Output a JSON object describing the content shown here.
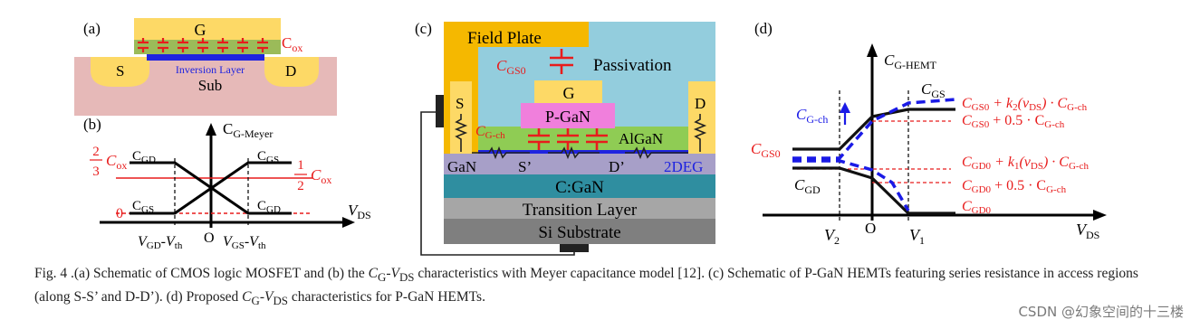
{
  "panel_a": {
    "label": "(a)",
    "gate": "G",
    "cox_main": "C",
    "cox_sub": "ox",
    "source": "S",
    "drain": "D",
    "inversion_layer": "Inversion Layer",
    "substrate": "Sub",
    "colors": {
      "gate": "#fdd966",
      "substrate": "#e6b9b8",
      "oxide": "#9bbb59",
      "channel": "#1f24e0",
      "cap": "#e81c1c"
    }
  },
  "panel_b": {
    "label": "(b)",
    "yaxis_main": "C",
    "yaxis_sub": "G-Meyer",
    "xaxis_main": "V",
    "xaxis_sub": "DS",
    "cgd_left_main": "C",
    "cgd_left_sub": "GD",
    "cgs_right_main": "C",
    "cgs_right_sub": "GS",
    "cgs_left_main": "C",
    "cgs_left_sub": "GS",
    "cgd_right_main": "C",
    "cgd_right_sub": "GD",
    "frac_left_num": "2",
    "frac_left_den": "3",
    "frac_left_c": "C",
    "frac_left_sub": "ox",
    "frac_right_num": "1",
    "frac_right_den": "2",
    "frac_right_c": "C",
    "frac_right_sub": "ox",
    "zero": "0",
    "origin": "O",
    "vgd_main": "V",
    "vgd_sub": "GD",
    "vth1_main": "-V",
    "vth1_sub": "th",
    "vgs_main": "V",
    "vgs_sub": "GS",
    "vth2_main": "-V",
    "vth2_sub": "th"
  },
  "panel_c": {
    "label": "(c)",
    "field_plate": "Field Plate",
    "cgs0_main": "C",
    "cgs0_sub": "GS0",
    "passivation": "Passivation",
    "gate": "G",
    "pgan": "P-GaN",
    "cgch_main": "C",
    "cgch_sub": "G-ch",
    "algan": "AlGaN",
    "source": "S",
    "drain": "D",
    "gan": "GaN",
    "s_prime": "S’",
    "d_prime": "D’",
    "twodeg": "2DEG",
    "cgan": "C:GaN",
    "transition": "Transition Layer",
    "si_substrate": "Si Substrate",
    "colors": {
      "field_plate": "#f5b800",
      "passivation": "#93cddd",
      "gate": "#fdd966",
      "pgan": "#f07fdc",
      "algan": "#8fcc54",
      "gan": "#a79fc8",
      "cgan": "#2f8ea0",
      "transition": "#a6a6a6",
      "substrate": "#7f7f7f"
    }
  },
  "panel_d": {
    "label": "(d)",
    "yaxis_main": "C",
    "yaxis_sub": "G-HEMT",
    "xaxis_main": "V",
    "xaxis_sub": "DS",
    "cgch_main": "C",
    "cgch_sub": "G-ch",
    "cgs_main": "C",
    "cgs_sub": "GS",
    "cgs0_main": "C",
    "cgs0_sub": "GS0",
    "cgd_main": "C",
    "cgd_sub": "GD",
    "origin": "O",
    "v2_main": "V",
    "v2_sub": "2",
    "v1_main": "V",
    "v1_sub": "1",
    "eq1_a": "C",
    "eq1_a_sub": "GS0",
    "eq1_b": " + k",
    "eq1_b_sub": "2",
    "eq1_c": "(v",
    "eq1_c_sub": "DS",
    "eq1_d": ") · C",
    "eq1_d_sub": "G-ch",
    "eq2_a": "C",
    "eq2_a_sub": "GS0",
    "eq2_b": " + 0.5 · C",
    "eq2_b_sub": "G-ch",
    "eq3_a": "C",
    "eq3_a_sub": "GD0",
    "eq3_b": " + k",
    "eq3_b_sub": "1",
    "eq3_c": "(v",
    "eq3_c_sub": "DS",
    "eq3_d": ") · C",
    "eq3_d_sub": "G-ch",
    "eq4_a": "C",
    "eq4_a_sub": "GD0",
    "eq4_b": " + 0.5 · C",
    "eq4_b_sub": "G-ch",
    "eq5_a": "C",
    "eq5_a_sub": "GD0",
    "colors": {
      "dashed": "#1a1ae6",
      "red": "#e81c1c",
      "solid": "#111111"
    }
  },
  "caption": {
    "p1": "Fig. 4 .(a) Schematic of CMOS logic MOSFET and (b) the ",
    "cg_main": "C",
    "cg_sub": "G",
    "dash": "-",
    "vds_main": "V",
    "vds_sub": "DS",
    "p2": " characteristics with Meyer capacitance model [12]. (c) Schematic of P-GaN HEMTs featuring series resistance in access regions (along S-S’ and D-D’). (d) Proposed ",
    "cg2_main": "C",
    "cg2_sub": "G",
    "dash2": "-",
    "vds2_main": "V",
    "vds2_sub": "DS",
    "p3": " characteristics for P-GaN HEMTs."
  },
  "watermark": "CSDN @幻​象​空​间​的​十​三​楼"
}
